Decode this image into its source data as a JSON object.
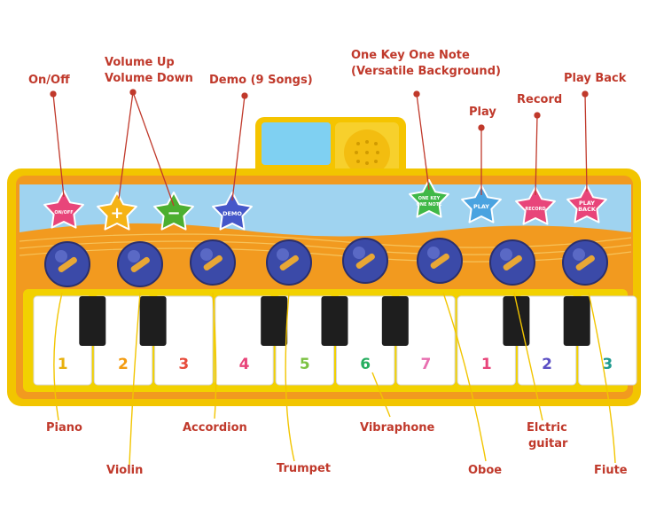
{
  "labels": {
    "on_off": "On/Off",
    "volume_up": "Volume Up",
    "volume_down": "Volume Down",
    "demo": "Demo (9 Songs)",
    "one_key_line1": "One Key One Note",
    "one_key_line2": "(Versatile Background)",
    "play": "Play",
    "record": "Record",
    "play_back": "Play Back",
    "piano": "Piano",
    "violin": "Violin",
    "accordion": "Accordion",
    "trumpet": "Trumpet",
    "vibraphone": "Vibraphone",
    "oboe": "Oboe",
    "guitar_line1": "Elctric",
    "guitar_line2": "guitar",
    "flute": "Fiute"
  },
  "star_buttons": [
    {
      "id": "on-off",
      "text": "ON/OFF",
      "color": "#e8457a"
    },
    {
      "id": "volume-up",
      "text": "+",
      "color": "#f5b316"
    },
    {
      "id": "volume-down",
      "text": "−",
      "color": "#4caf30"
    },
    {
      "id": "demo",
      "text": "DEMO",
      "color": "#4557c9"
    },
    {
      "id": "one-key",
      "text": "ONE KEY ONE NOTE",
      "color": "#3fb847"
    },
    {
      "id": "play",
      "text": "PLAY",
      "color": "#4aa3e0"
    },
    {
      "id": "record",
      "text": "RECORD",
      "color": "#e8457a"
    },
    {
      "id": "play-back",
      "text": "PLAY BACK",
      "color": "#e8457a"
    }
  ],
  "instruments": [
    "piano-icon",
    "violin-icon",
    "accordion-icon",
    "trumpet-icon",
    "vibraphone-icon",
    "oboe-icon",
    "electric-guitar-icon",
    "flute-icon"
  ],
  "keys": [
    {
      "num": "1",
      "color": "#e8b10f"
    },
    {
      "num": "2",
      "color": "#f39c12"
    },
    {
      "num": "3",
      "color": "#e74c3c"
    },
    {
      "num": "4",
      "color": "#e8457a"
    },
    {
      "num": "5",
      "color": "#7cc242"
    },
    {
      "num": "6",
      "color": "#27ae60"
    },
    {
      "num": "7",
      "color": "#e86fb0"
    },
    {
      "num": "1",
      "color": "#e8457a"
    },
    {
      "num": "2",
      "color": "#5b4fc4"
    },
    {
      "num": "3",
      "color": "#1f9a8f"
    }
  ],
  "colors": {
    "label": "#c0392b",
    "mat_orange": "#f29a1f",
    "mat_border": "#f2c500",
    "band_blue": "#9fd3f0"
  }
}
